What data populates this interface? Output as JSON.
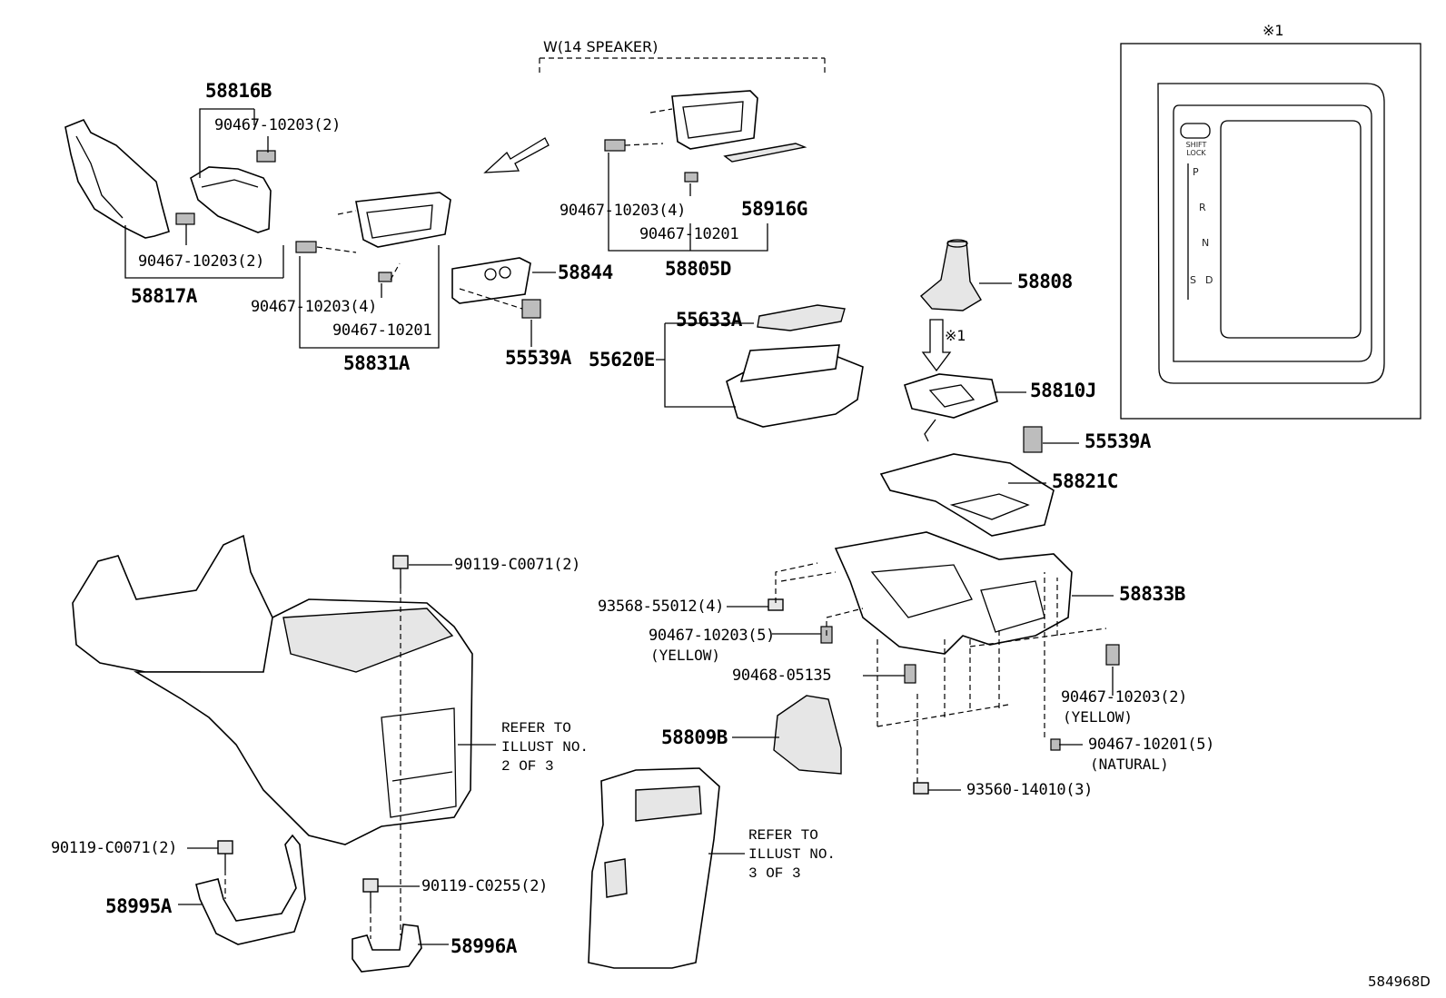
{
  "diagram_id": "584968D",
  "inset": {
    "marker": "※1",
    "shift_lock": "SHIFT LOCK",
    "gears": [
      "P",
      "R",
      "N",
      "S",
      "D"
    ]
  },
  "headers": {
    "w14_speaker": "W(14 SPEAKER)"
  },
  "arrow_marker": "※1",
  "labels": {
    "p58816B": "58816B",
    "b90467_10203_2_top": "90467-10203(2)",
    "b90467_10203_2_left": "90467-10203(2)",
    "p58817A": "58817A",
    "b90467_10203_4_a": "90467-10203(4)",
    "b90467_10201_a": "90467-10201",
    "p58831A": "58831A",
    "p58844": "58844",
    "p55539A_a": "55539A",
    "b90467_10203_4_b": "90467-10203(4)",
    "b90467_10201_b": "90467-10201",
    "p58916G": "58916G",
    "p58805D": "58805D",
    "p55633A": "55633A",
    "p55620E": "55620E",
    "p58808": "58808",
    "p58810J": "58810J",
    "p55539A_b": "55539A",
    "p58821C": "58821C",
    "p58833B": "58833B",
    "b93568": "93568-55012(4)",
    "b90467_10203_5": "90467-10203(5)",
    "yellow_1": "(YELLOW)",
    "b90468": "90468-05135",
    "b90467_10203_2_right": "90467-10203(2)",
    "yellow_2": "(YELLOW)",
    "b90467_10201_5": "90467-10201(5)",
    "natural": "(NATURAL)",
    "b93560": "93560-14010(3)",
    "b90119_C0071_top": "90119-C0071(2)",
    "refer_2": "REFER TO\nILLUST NO.\n2 OF 3",
    "p58809B": "58809B",
    "refer_3": "REFER TO\nILLUST NO.\n3 OF 3",
    "b90119_C0071_left": "90119-C0071(2)",
    "b90119_C0255": "90119-C0255(2)",
    "p58995A": "58995A",
    "p58996A": "58996A"
  }
}
